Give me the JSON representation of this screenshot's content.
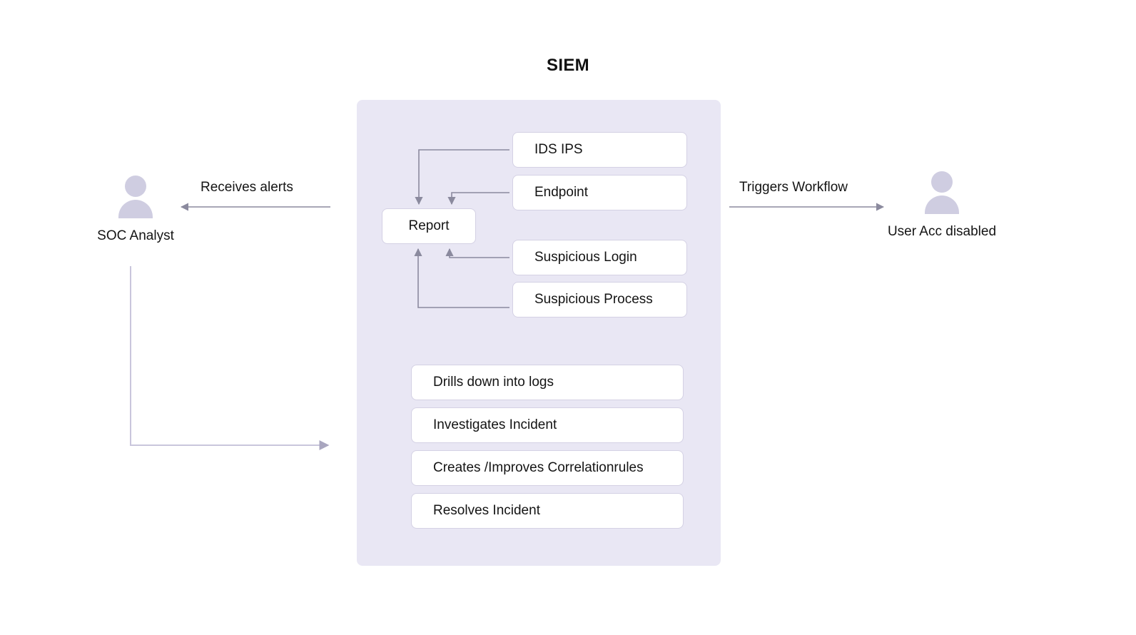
{
  "title": "SIEM",
  "actors": {
    "left": {
      "label": "SOC Analyst",
      "icon": "person-icon"
    },
    "right": {
      "label": "User Acc disabled",
      "icon": "person-icon"
    }
  },
  "edges": {
    "receives_alerts": "Receives alerts",
    "triggers_workflow": "Triggers Workflow"
  },
  "siem": {
    "report_node": "Report",
    "sources": [
      {
        "label": "IDS  IPS"
      },
      {
        "label": "Endpoint"
      },
      {
        "label": "Suspicious Login"
      },
      {
        "label": "Suspicious Process"
      }
    ],
    "actions": [
      {
        "label": "Drills down into logs"
      },
      {
        "label": "Investigates Incident"
      },
      {
        "label": "Creates /Improves Correlationrules"
      },
      {
        "label": "Resolves Incident"
      }
    ]
  },
  "colors": {
    "panel_bg": "#e9e7f4",
    "box_bg": "#ffffff",
    "box_border": "#d4d1e4",
    "connector": "#8b8a9e",
    "connector_light": "#c9c6dc",
    "person_fill": "#cfcde1",
    "text": "#141414",
    "title": "#111111"
  }
}
